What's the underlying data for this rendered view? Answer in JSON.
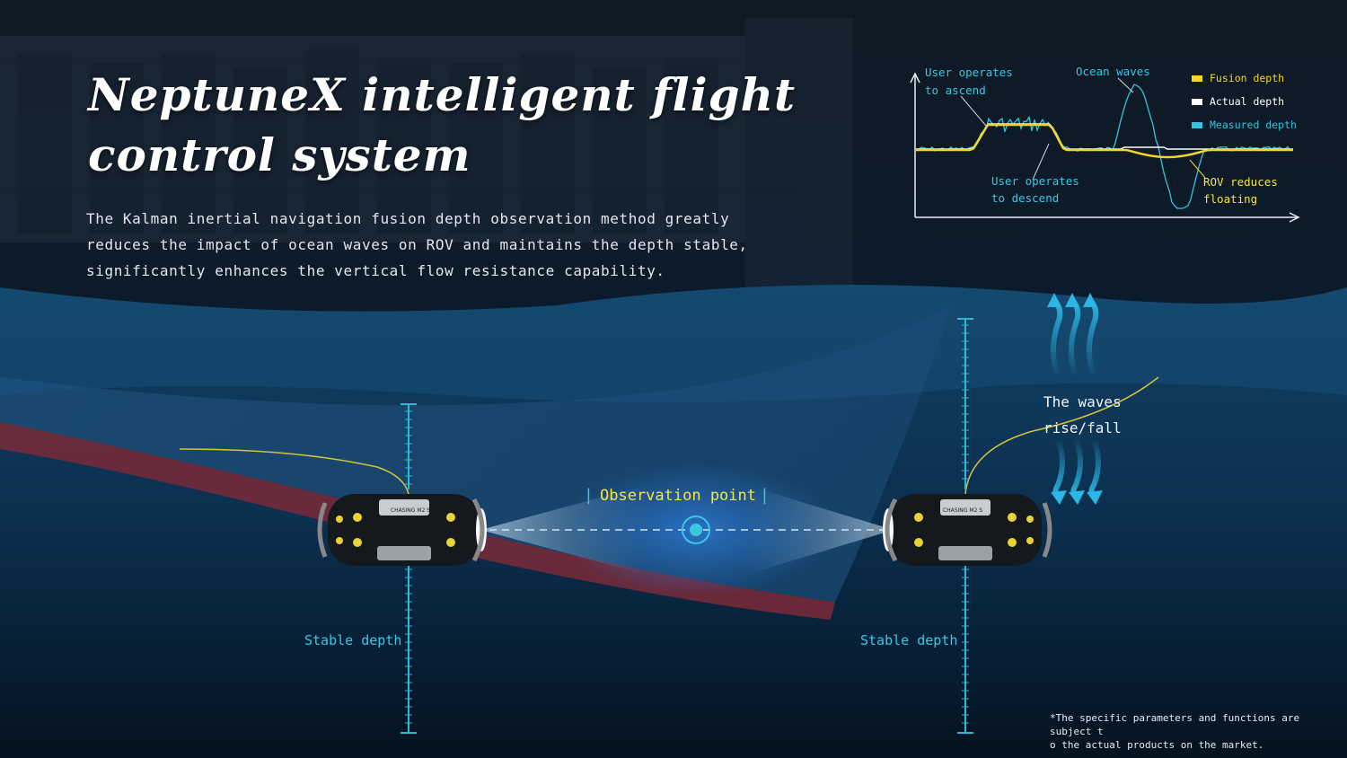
{
  "title": {
    "line1": "NeptuneX intelligent flight",
    "line2": "control system"
  },
  "description": {
    "line1": "The Kalman inertial navigation fusion depth observation method greatly",
    "line2": "reduces the impact of ocean waves on ROV and maintains the depth stable,",
    "line3": "significantly enhances the vertical flow resistance capability."
  },
  "graph": {
    "annotations": {
      "ascend_line1": "User operates",
      "ascend_line2": "to ascend",
      "ocean_waves": "Ocean waves",
      "descend_line1": "User operates",
      "descend_line2": "to descend",
      "reduces_line1": "ROV reduces",
      "reduces_line2": "floating"
    },
    "legend": [
      {
        "label": "Fusion depth",
        "color": "#f5d52c"
      },
      {
        "label": "Actual depth",
        "color": "#ffffff"
      },
      {
        "label": "Measured depth",
        "color": "#35c3dd"
      }
    ]
  },
  "scene": {
    "observation_point": "Observation point",
    "stable_depth_left": "Stable depth",
    "stable_depth_right": "Stable depth",
    "waves_line1": "The waves",
    "waves_line2": "rise/fall",
    "rov_label": "CHASING M2 S"
  },
  "footnote": {
    "line1": "*The specific parameters and functions are",
    "line2": "subject t",
    "line3": "o the actual products on the market."
  },
  "colors": {
    "accent_cyan": "#39c7e4",
    "accent_yellow": "#f6e34a"
  }
}
